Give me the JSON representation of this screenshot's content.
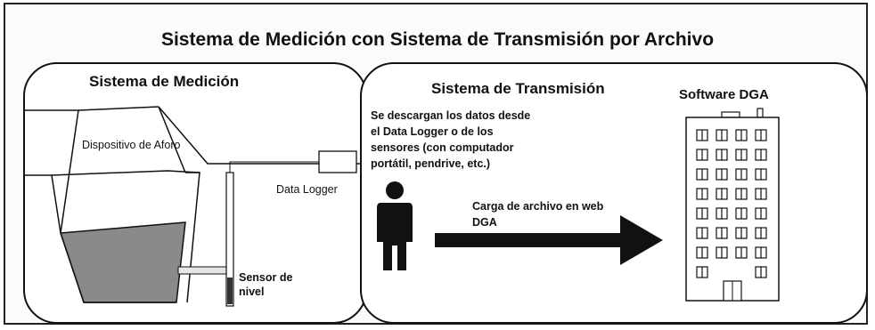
{
  "title": "Sistema de Medición con Sistema de Transmisión por Archivo",
  "measurement_panel": {
    "title": "Sistema de Medición",
    "gauging_device_label": "Dispositivo de Aforo",
    "data_logger_label": "Data Logger",
    "level_sensor_label_line1": "Sensor de",
    "level_sensor_label_line2": "nivel"
  },
  "transmission_panel": {
    "title": "Sistema de Transmisión",
    "description_lines": [
      "Se descargan los datos desde",
      "el Data Logger o de los",
      "sensores (con computador",
      "portátil, pendrive, etc.)"
    ],
    "upload_label_line1": "Carga de archivo en web",
    "upload_label_line2": "DGA",
    "software_label": "Software DGA"
  },
  "colors": {
    "water": "#8a8a8a",
    "arrow": "#111111",
    "person": "#111111"
  }
}
